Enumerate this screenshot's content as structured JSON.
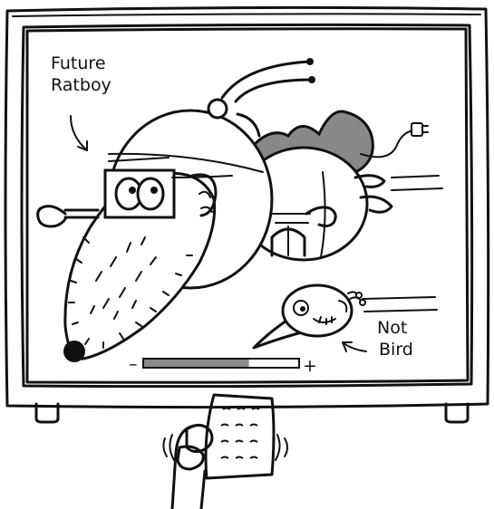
{
  "labels": {
    "future_ratboy": [
      "Future",
      "Ratboy"
    ],
    "not_bird": [
      "Not",
      "Bird"
    ]
  },
  "volume": {
    "minus_label": "–",
    "plus_label": "+",
    "level": 0.68
  },
  "colors": {
    "ink": "#111111",
    "screen": "#d0d0d0",
    "tv_body": "#ffffff",
    "hair": "#888888",
    "volume_fill": "#8a8a8a"
  },
  "icons": {
    "plug": "plug-icon",
    "remote": "remote-control-icon"
  }
}
